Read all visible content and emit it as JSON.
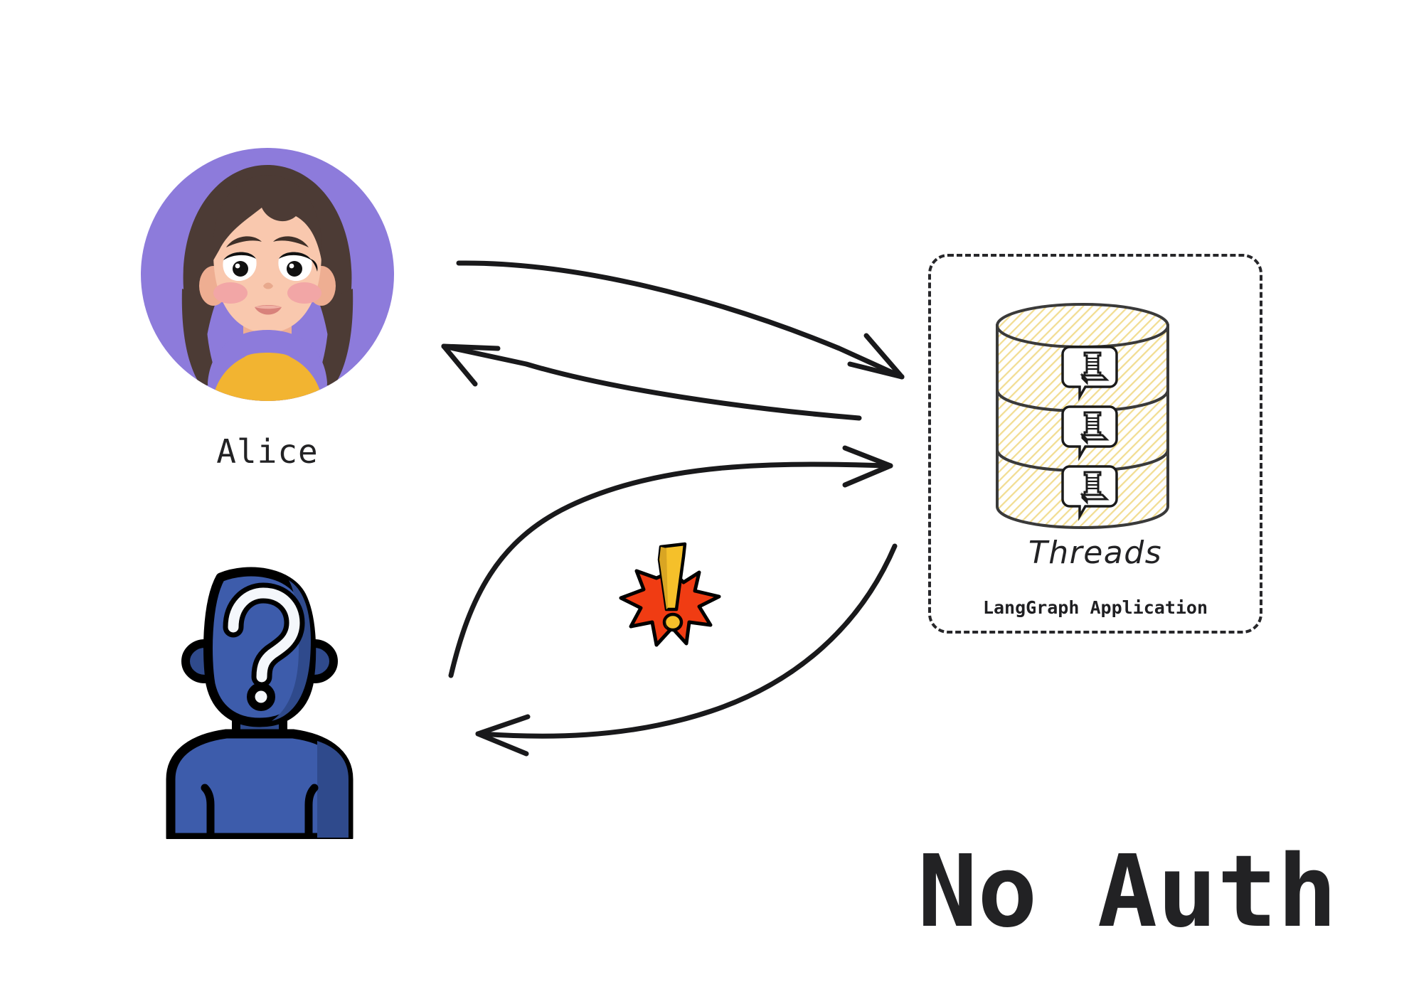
{
  "title": "No Auth",
  "actors": {
    "authenticated_user": {
      "name": "Alice",
      "avatar_icon": "female-avatar-icon",
      "colors": {
        "circle_background": "#8d7bdb",
        "hair": "#4c3b35",
        "skin": "#f9c8ae",
        "shirt": "#f2b431",
        "cheek": "#f2a6a6"
      }
    },
    "unknown_user": {
      "name": "",
      "avatar_icon": "anonymous-question-user-icon",
      "colors": {
        "body": "#3d5cab",
        "body_shade": "#2f4a8c",
        "outline": "#000000",
        "question_mark": "#f4f7fb"
      }
    }
  },
  "warning": {
    "icon": "warning-burst-icon",
    "colors": {
      "burst": "#f03c13",
      "exclamation": "#f5c02a",
      "outline": "#000000"
    }
  },
  "application": {
    "caption": "LangGraph Application",
    "border_style": "dashed",
    "storage": {
      "label": "Threads",
      "icon": "database-cylinder-icon",
      "segment_count": 3,
      "segment_icon": "thread-spool-bubble-icon",
      "colors": {
        "fill_hatch": "#f2dd92",
        "outline": "#3a3a3a"
      }
    }
  },
  "arrows": [
    {
      "id": "alice-request",
      "from": "Alice",
      "to": "Threads",
      "direction": "right",
      "label": ""
    },
    {
      "id": "alice-response",
      "from": "Threads",
      "to": "Alice",
      "direction": "left",
      "label": ""
    },
    {
      "id": "unknown-request",
      "from": "Unknown user",
      "to": "Threads",
      "direction": "right",
      "label": ""
    },
    {
      "id": "unknown-response",
      "from": "Threads",
      "to": "Unknown user",
      "direction": "left",
      "label": ""
    }
  ],
  "colors": {
    "background": "#ffffff",
    "ink": "#19191b",
    "text": "#222224"
  }
}
